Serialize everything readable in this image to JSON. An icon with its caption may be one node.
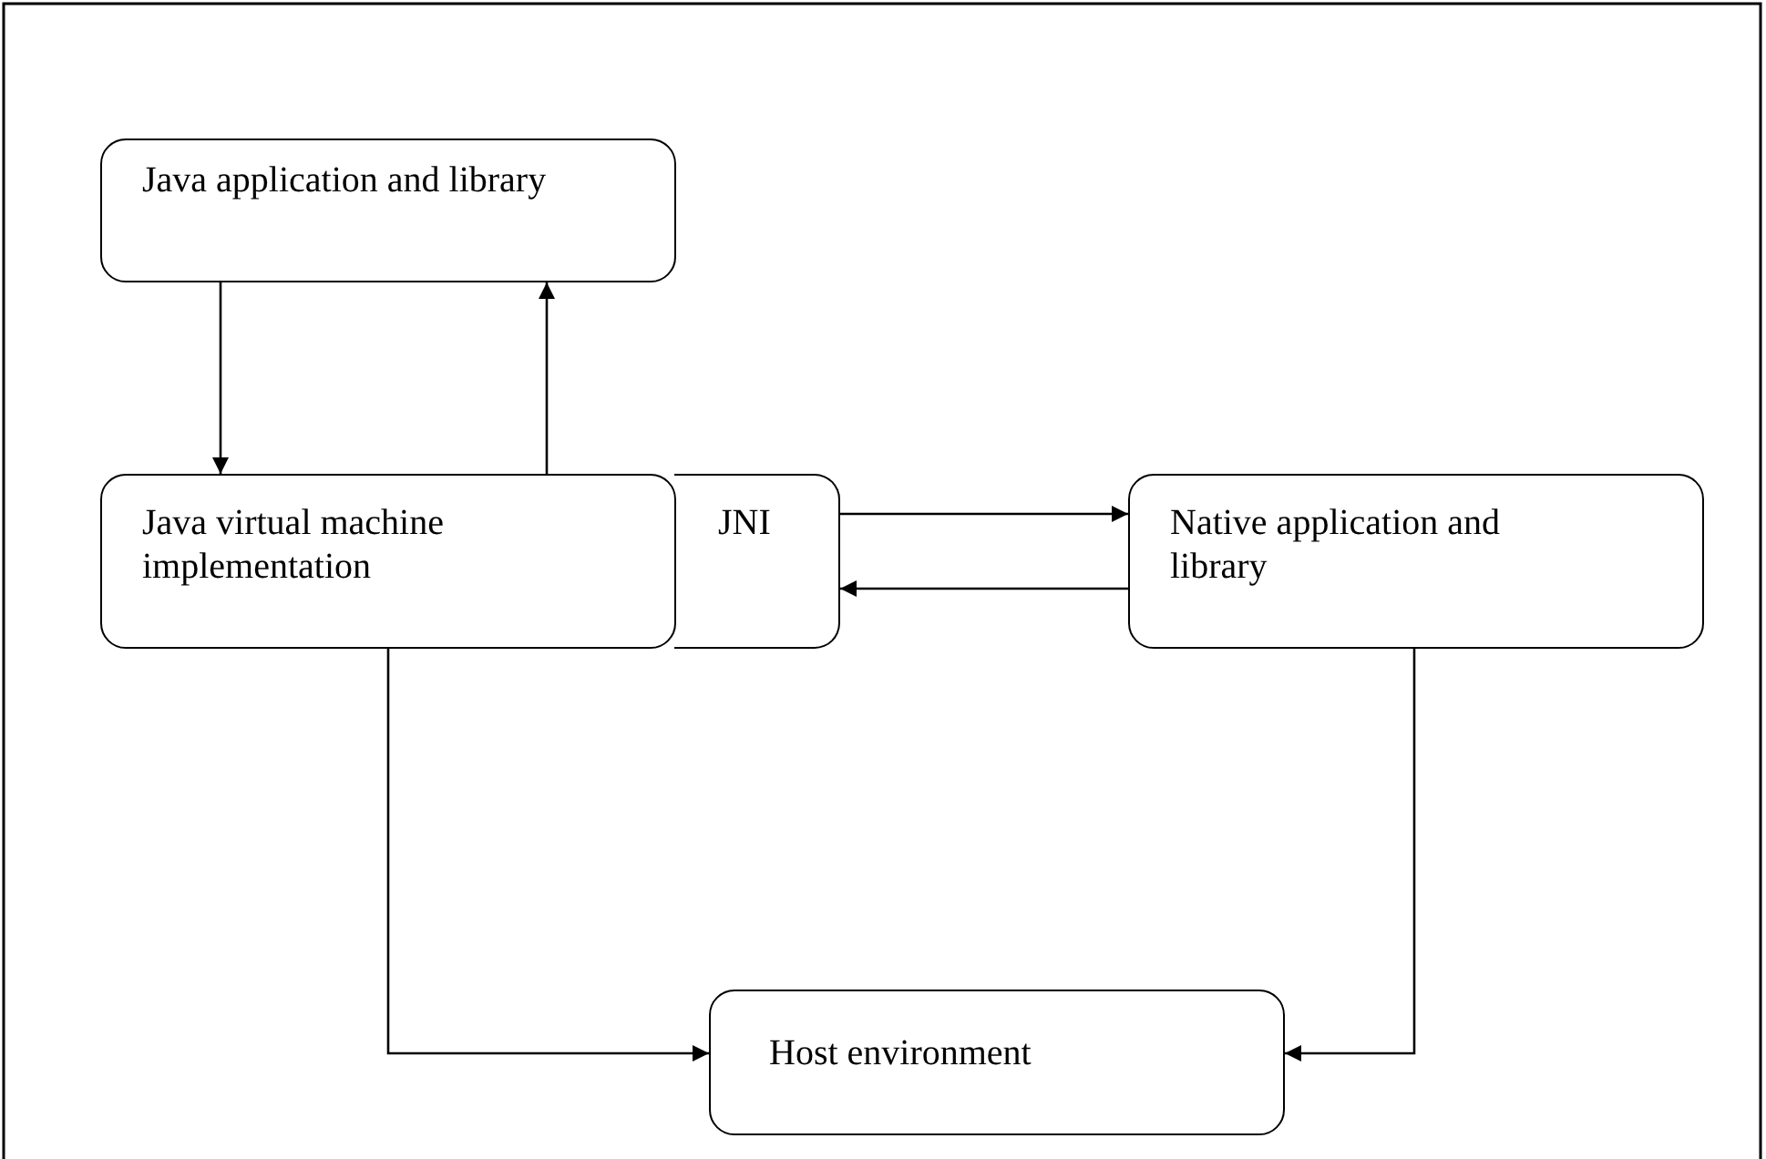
{
  "diagram": {
    "nodes": [
      {
        "text": [
          "Java application and library"
        ]
      },
      {
        "text": [
          "Java virtual machine implementation"
        ]
      },
      {
        "text": [
          "JNI"
        ]
      },
      {
        "text": [
          "Native application and library"
        ]
      },
      {
        "text": [
          "Host environment"
        ]
      }
    ],
    "edges": [
      {
        "from": 0,
        "to": 1,
        "arrow": "to"
      },
      {
        "from": 1,
        "to": 0,
        "arrow": "to"
      },
      {
        "from": 2,
        "to": 3,
        "arrow": "to"
      },
      {
        "from": 3,
        "to": 2,
        "arrow": "to"
      },
      {
        "from": 1,
        "to": 4,
        "arrow": "to"
      },
      {
        "from": 3,
        "to": 4,
        "arrow": "to"
      }
    ]
  }
}
